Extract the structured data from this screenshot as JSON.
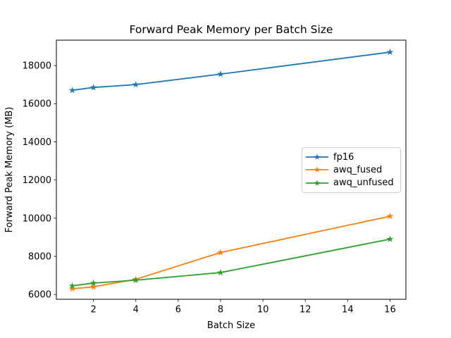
{
  "figure": {
    "background": "#ffffff"
  },
  "chart_data": {
    "type": "line",
    "title": "Forward Peak Memory per Batch Size",
    "xlabel": "Batch Size",
    "ylabel": "Forward Peak Memory (MB)",
    "x": [
      1,
      2,
      4,
      8,
      16
    ],
    "series": [
      {
        "name": "fp16",
        "color": "#1f77b4",
        "marker": "star",
        "values": [
          16700,
          16850,
          17000,
          17550,
          18700
        ]
      },
      {
        "name": "awq_fused",
        "color": "#ff7f0e",
        "marker": "star",
        "values": [
          6300,
          6400,
          6800,
          8200,
          10100
        ]
      },
      {
        "name": "awq_unfused",
        "color": "#2ca02c",
        "marker": "star",
        "values": [
          6450,
          6600,
          6750,
          7150,
          8900
        ]
      }
    ],
    "xlim": [
      0.25,
      16.75
    ],
    "ylim": [
      5750,
      19330
    ],
    "x_ticks": [
      2,
      4,
      6,
      8,
      10,
      12,
      14,
      16
    ],
    "y_ticks": [
      6000,
      8000,
      10000,
      12000,
      14000,
      16000,
      18000
    ],
    "grid": false,
    "legend_position": "center right",
    "axis_color": "#000000",
    "legend_border_color": "#cccccc"
  }
}
